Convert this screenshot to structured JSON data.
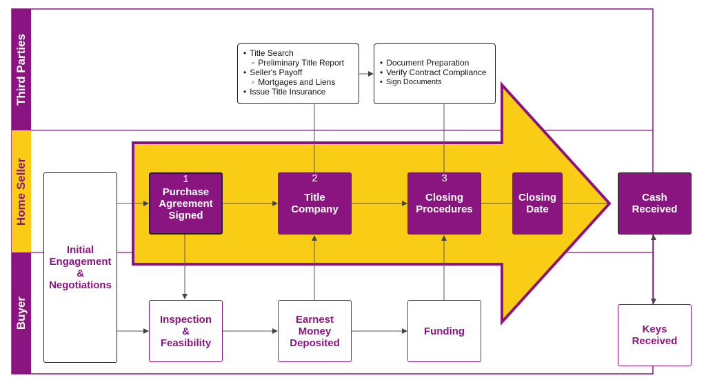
{
  "lanes": {
    "third_parties": "Third Parties",
    "home_seller": "Home Seller",
    "buyer": "Buyer"
  },
  "steps": {
    "initial": "Initial Engagement & Negotiations",
    "purchase": {
      "number": "1",
      "label": "Purchase Agreement Signed"
    },
    "title_company": {
      "number": "2",
      "label": "Title Company"
    },
    "closing_procedures": {
      "number": "3",
      "label": "Closing Procedures"
    },
    "closing_date": "Closing Date",
    "cash_received": "Cash Received",
    "inspection": "Inspection & Feasibility",
    "earnest": "Earnest Money Deposited",
    "funding": "Funding",
    "keys": "Keys Received"
  },
  "notes": {
    "title_note": [
      "Title Search",
      "Preliminary Title Report",
      "Seller's Payoff",
      "Mortgages and Liens",
      "Issue Title Insurance"
    ],
    "closing_note": [
      "Document Preparation",
      "Verify Contract Compliance",
      "Sign Documents"
    ]
  },
  "colors": {
    "purple": "#8b1580",
    "yellow": "#f9cc16",
    "light_lane": "#ffffff"
  }
}
